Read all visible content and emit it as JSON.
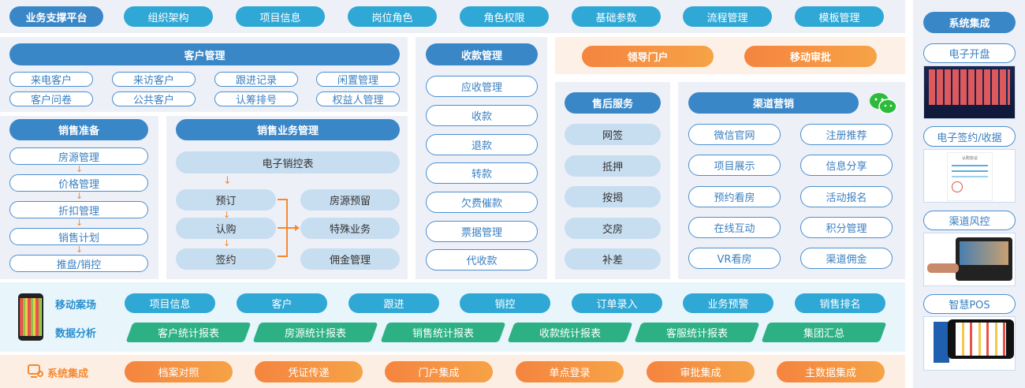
{
  "top": {
    "title": "业务支撑平台",
    "items": [
      "组织架构",
      "项目信息",
      "岗位角色",
      "角色权限",
      "基础参数",
      "流程管理",
      "模板管理"
    ]
  },
  "customer": {
    "title": "客户管理",
    "items": [
      "来电客户",
      "来访客户",
      "跟进记录",
      "闲置管理",
      "客户问卷",
      "公共客户",
      "认筹排号",
      "权益人管理"
    ]
  },
  "prep": {
    "title": "销售准备",
    "items": [
      "房源管理",
      "价格管理",
      "折扣管理",
      "销售计划",
      "推盘/销控"
    ]
  },
  "biz": {
    "title": "销售业务管理",
    "top": "电子销控表",
    "left": [
      "预订",
      "认购",
      "签约"
    ],
    "right": [
      "房源预留",
      "特殊业务",
      "佣金管理"
    ]
  },
  "payment": {
    "title": "收款管理",
    "items": [
      "应收管理",
      "收款",
      "退款",
      "转款",
      "欠费催款",
      "票据管理",
      "代收款"
    ]
  },
  "portal": {
    "items": [
      "领导门户",
      "移动审批"
    ]
  },
  "after": {
    "title": "售后服务",
    "items": [
      "网签",
      "抵押",
      "按揭",
      "交房",
      "补差"
    ]
  },
  "channel": {
    "title": "渠道营销",
    "items": [
      "微信官网",
      "注册推荐",
      "项目展示",
      "信息分享",
      "预约看房",
      "活动报名",
      "在线互动",
      "积分管理",
      "VR看房",
      "渠道佣金"
    ]
  },
  "mobile": {
    "label": "移动案场",
    "items": [
      "项目信息",
      "客户",
      "跟进",
      "销控",
      "订单录入",
      "业务预警",
      "销售排名"
    ]
  },
  "analysis": {
    "label": "数据分析",
    "items": [
      "客户统计报表",
      "房源统计报表",
      "销售统计报表",
      "收款统计报表",
      "客服统计报表",
      "集团汇总"
    ]
  },
  "integration": {
    "label": "系统集成",
    "items": [
      "档案对照",
      "凭证传递",
      "门户集成",
      "单点登录",
      "审批集成",
      "主数据集成"
    ]
  },
  "side": {
    "title": "系统集成",
    "items": [
      "电子开盘",
      "电子签约/收据",
      "渠道风控",
      "智慧POS"
    ],
    "doc_title": "认购协议"
  }
}
